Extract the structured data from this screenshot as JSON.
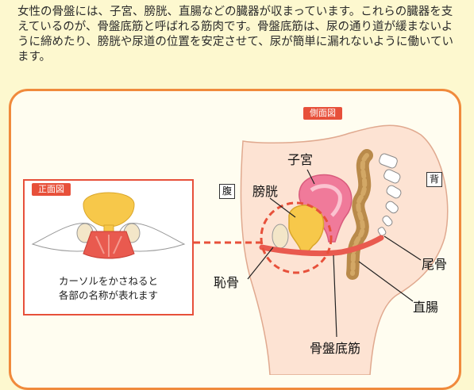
{
  "intro_text": "女性の骨盤には、子宮、膀胱、直腸などの臓器が収まっています。これらの臓器を支えているのが、骨盤底筋と呼ばれる筋肉です。骨盤底筋は、尿の通り道が緩まないように締めたり、膀胱や尿道の位置を安定させて、尿が簡単に漏れないように働いています。",
  "front_view": {
    "tag": "正面図",
    "caption_line1": "カーソルをかさねると",
    "caption_line2": "各部の名称が表れます"
  },
  "side_view": {
    "tag": "側面図",
    "abdomen": "腹",
    "back": "背"
  },
  "labels": {
    "uterus": "子宮",
    "bladder": "膀胱",
    "pubic_bone": "恥骨",
    "coccyx": "尾骨",
    "rectum": "直腸",
    "pelvic_floor": "骨盤底筋"
  },
  "colors": {
    "accent": "#f08a3c",
    "tag": "#e7503a",
    "skin": "#fde3d3",
    "muscle": "#e95a4f",
    "bladder": "#f7c84a",
    "uterus": "#f07a9a",
    "rectum": "#b98a4a"
  }
}
